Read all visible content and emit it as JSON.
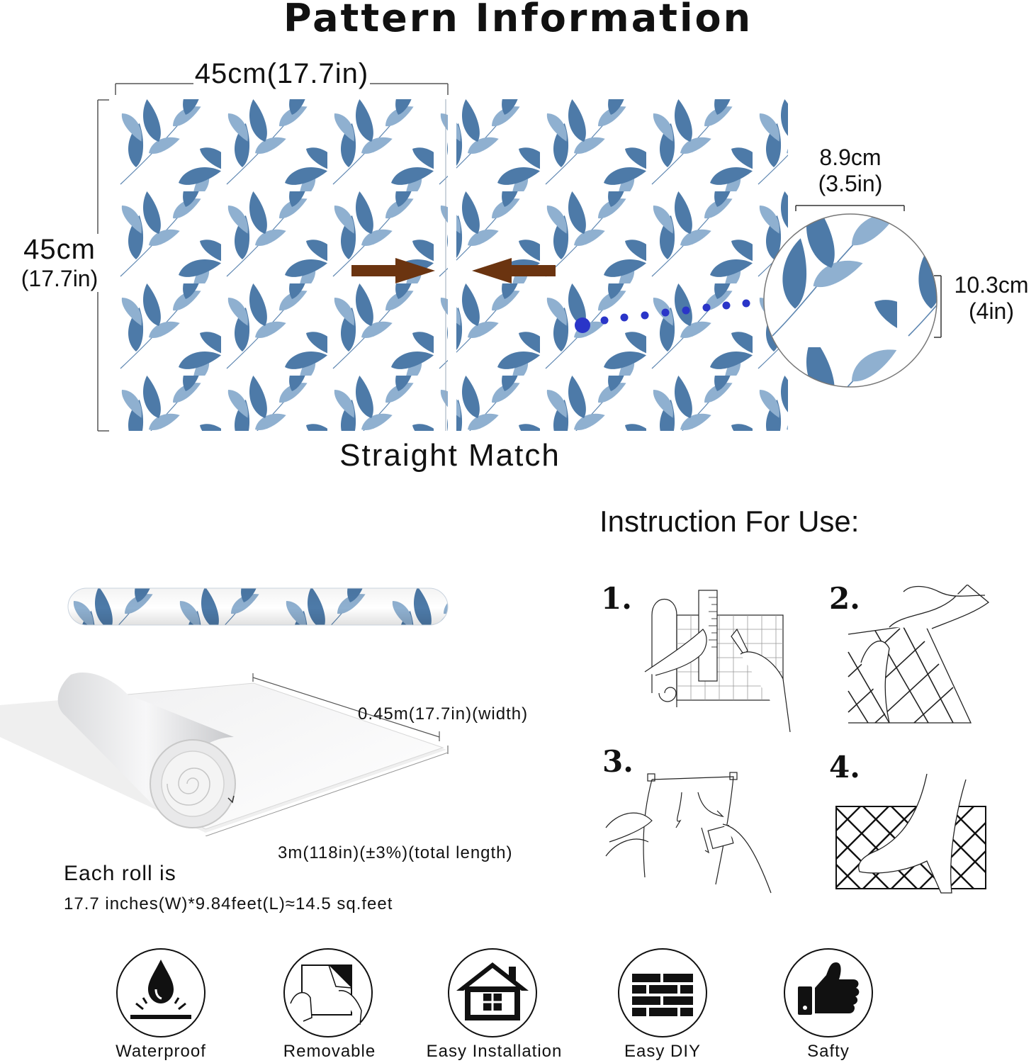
{
  "title": "Pattern Information",
  "pattern": {
    "width_label": "45cm(17.7in)",
    "height_label_cm": "45cm",
    "height_label_in": "(17.7in)",
    "repeat_width_cm": "8.9cm",
    "repeat_width_in": "(3.5in)",
    "repeat_height_cm": "10.3cm",
    "repeat_height_in": "(4in)",
    "match_type": "Straight Match"
  },
  "roll": {
    "width_label": "0.45m(17.7in)(width)",
    "length_label": "3m(118in)(±3%)(total length)",
    "each_roll_label": "Each roll is",
    "coverage_label": "17.7 inches(W)*9.84feet(L)≈14.5 sq.feet"
  },
  "instructions": {
    "heading": "Instruction For Use:",
    "steps": [
      {
        "number": "1."
      },
      {
        "number": "2."
      },
      {
        "number": "3."
      },
      {
        "number": "4."
      }
    ]
  },
  "features": [
    {
      "label": "Waterproof",
      "icon": "waterproof-icon"
    },
    {
      "label": "Removable",
      "icon": "removable-icon"
    },
    {
      "label": "Easy Installation",
      "icon": "house-icon"
    },
    {
      "label": "Easy DIY",
      "icon": "brick-wall-icon"
    },
    {
      "label": "Safty",
      "icon": "thumbs-up-icon"
    }
  ],
  "colors": {
    "leaf_dark": "#3f6c9a",
    "leaf_light": "#8fb0d0",
    "arrow": "#6b3410",
    "dots": "#2a35c8"
  }
}
